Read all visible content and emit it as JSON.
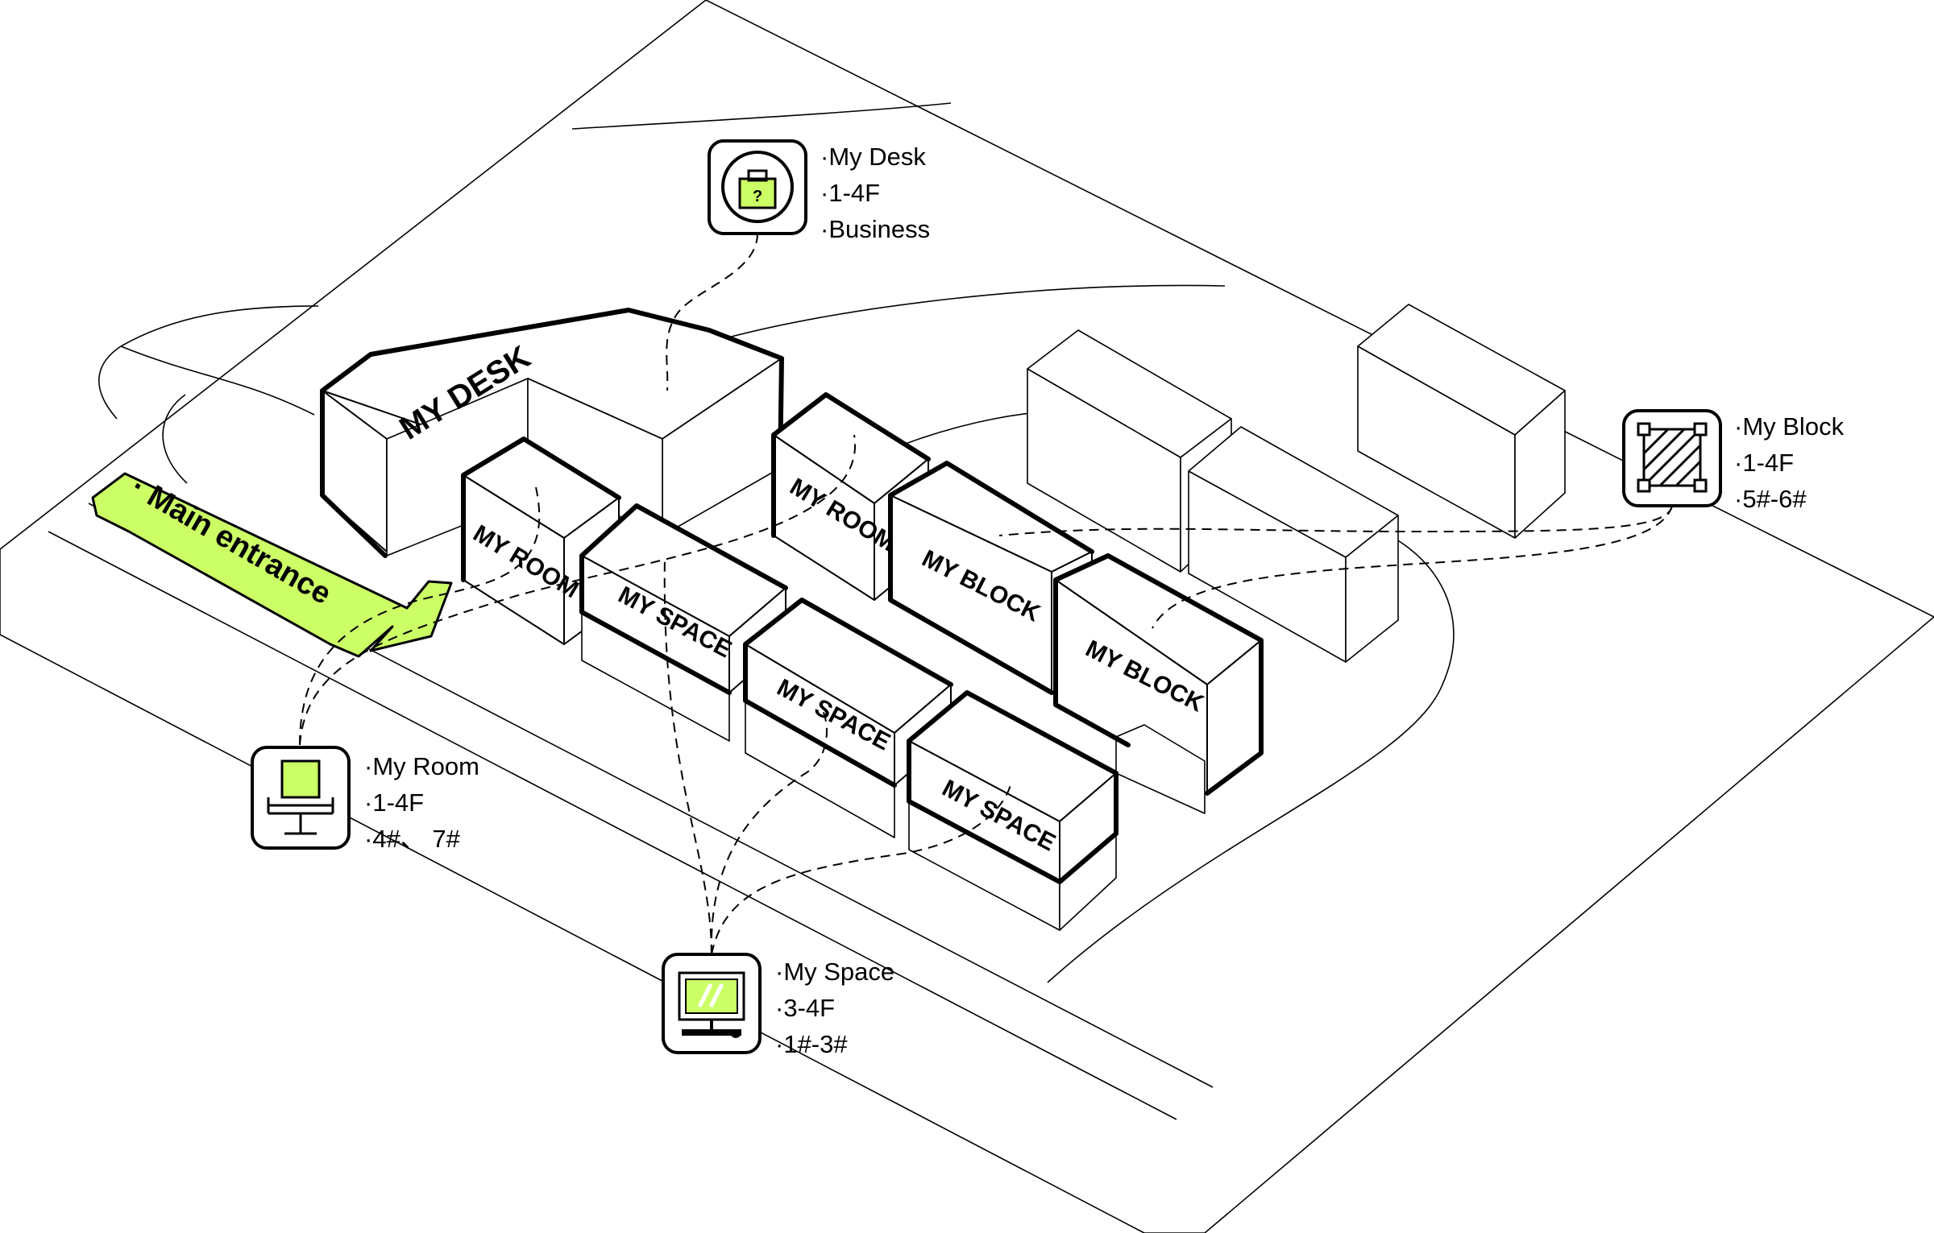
{
  "accent_color": "#ccff66",
  "entrance": {
    "label": "· Main entrance"
  },
  "buildings": {
    "my_desk": "MY DESK",
    "my_room_1": "MY ROOM",
    "my_room_2": "MY ROOM",
    "my_space_1": "MY SPACE",
    "my_space_2": "MY SPACE",
    "my_space_3": "MY SPACE",
    "my_block_1": "MY BLOCK",
    "my_block_2": "MY BLOCK"
  },
  "legend": {
    "desk": {
      "icon": "briefcase-icon",
      "lines": [
        "·My Desk",
        "·1-4F",
        "·Business"
      ]
    },
    "block": {
      "icon": "hatched-square-icon",
      "lines": [
        "·My Block",
        "·1-4F",
        "·5#-6#"
      ]
    },
    "room": {
      "icon": "workstation-chair-icon",
      "lines": [
        "·My Room",
        "·1-4F",
        "·4#、 7#"
      ]
    },
    "space": {
      "icon": "computer-monitor-icon",
      "lines": [
        "·My Space",
        "·3-4F",
        "·1#-3#"
      ]
    }
  }
}
